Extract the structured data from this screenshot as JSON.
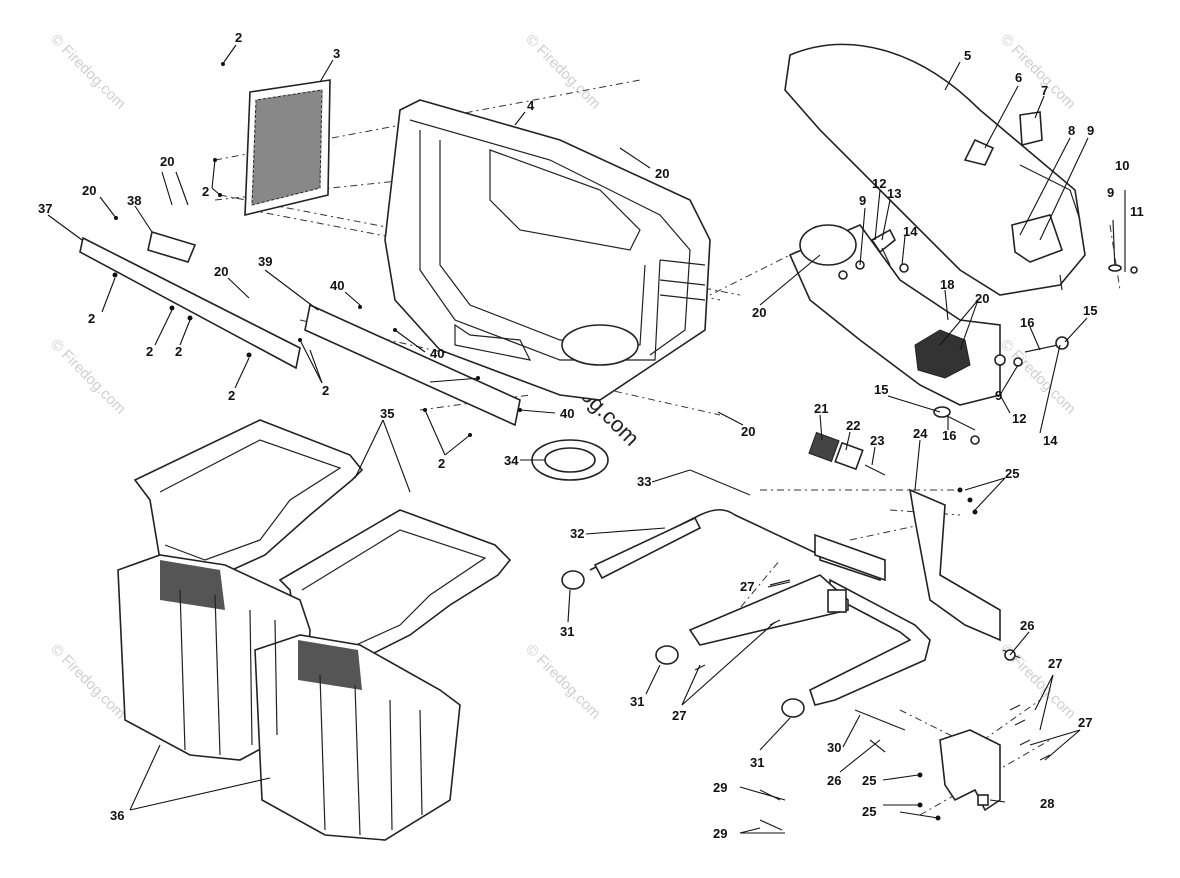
{
  "diagram": {
    "watermark_text": "© Firedog.com",
    "part_callouts": [
      "2",
      "3",
      "4",
      "5",
      "6",
      "7",
      "8",
      "9",
      "10",
      "11",
      "12",
      "13",
      "14",
      "15",
      "16",
      "18",
      "20",
      "21",
      "22",
      "23",
      "24",
      "25",
      "26",
      "27",
      "28",
      "29",
      "30",
      "31",
      "32",
      "33",
      "34",
      "35",
      "36",
      "37",
      "38",
      "39",
      "40"
    ],
    "parts": {
      "grille": "3",
      "bagger_hood": "4",
      "discharge_chute": "5",
      "top_plate": "6",
      "latch": "7",
      "bracket": "8",
      "washer": "9",
      "pin": "10",
      "cotter_pin": "11",
      "washer_12": "12",
      "handle": "13",
      "nut": "14",
      "spring": "15",
      "bolt": "16",
      "chute_adapter": "18",
      "screw": "20",
      "spring_21": "21",
      "sleeve": "22",
      "rod": "23",
      "mount_bracket_left": "24",
      "nut_25": "25",
      "hairpin": "26",
      "screw_27": "27",
      "mount_bracket_right": "28",
      "bolt_29": "29",
      "pin_30": "30",
      "end_cap": "31",
      "support_frame": "32",
      "rod_33": "33",
      "ring": "34",
      "bag_liner": "35",
      "bag": "36",
      "rail": "37",
      "plate": "38",
      "skirt": "39",
      "rivet": "40"
    }
  }
}
